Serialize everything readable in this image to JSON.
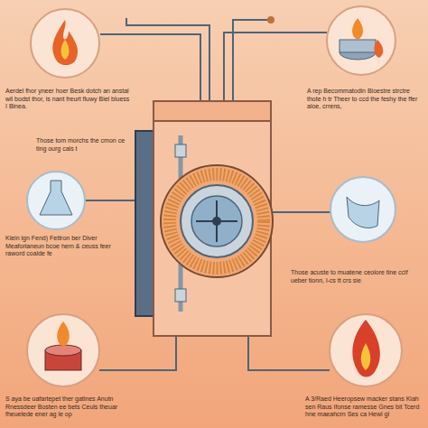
{
  "diagram": {
    "labels": [
      "Aerdel fhor yneer hoer Besk dotch an anstal wil bodst thor, is nant freurt fluwy Biel bluess I Binea.",
      "A rep Becommatodin Bioestre strctre thote h tr Theer to ccd the feshy the ffer aloe, crrens,",
      "Those tom morchs the cmon ce ting ourg cals t",
      "Klein lgn Fend) Fettron ber Diver Meaforlaneun bcoe hern & ceuss feer raword coalde fe",
      "Those acuste to muatene ceolore tine cclf ueber tionn, l-cs tt crs sie",
      "S aya be uafartepet ther gatines Anutn Rnessdeer Bosten ee bets Ceuls theuar fheuelede ener ag le op",
      "A 3/Raed Heeropsew macker stans Kiah sen Raus Ifonse ramesse Gnes bit Tcerd hne maeahcrn Ses ca Hewl gl"
    ]
  }
}
